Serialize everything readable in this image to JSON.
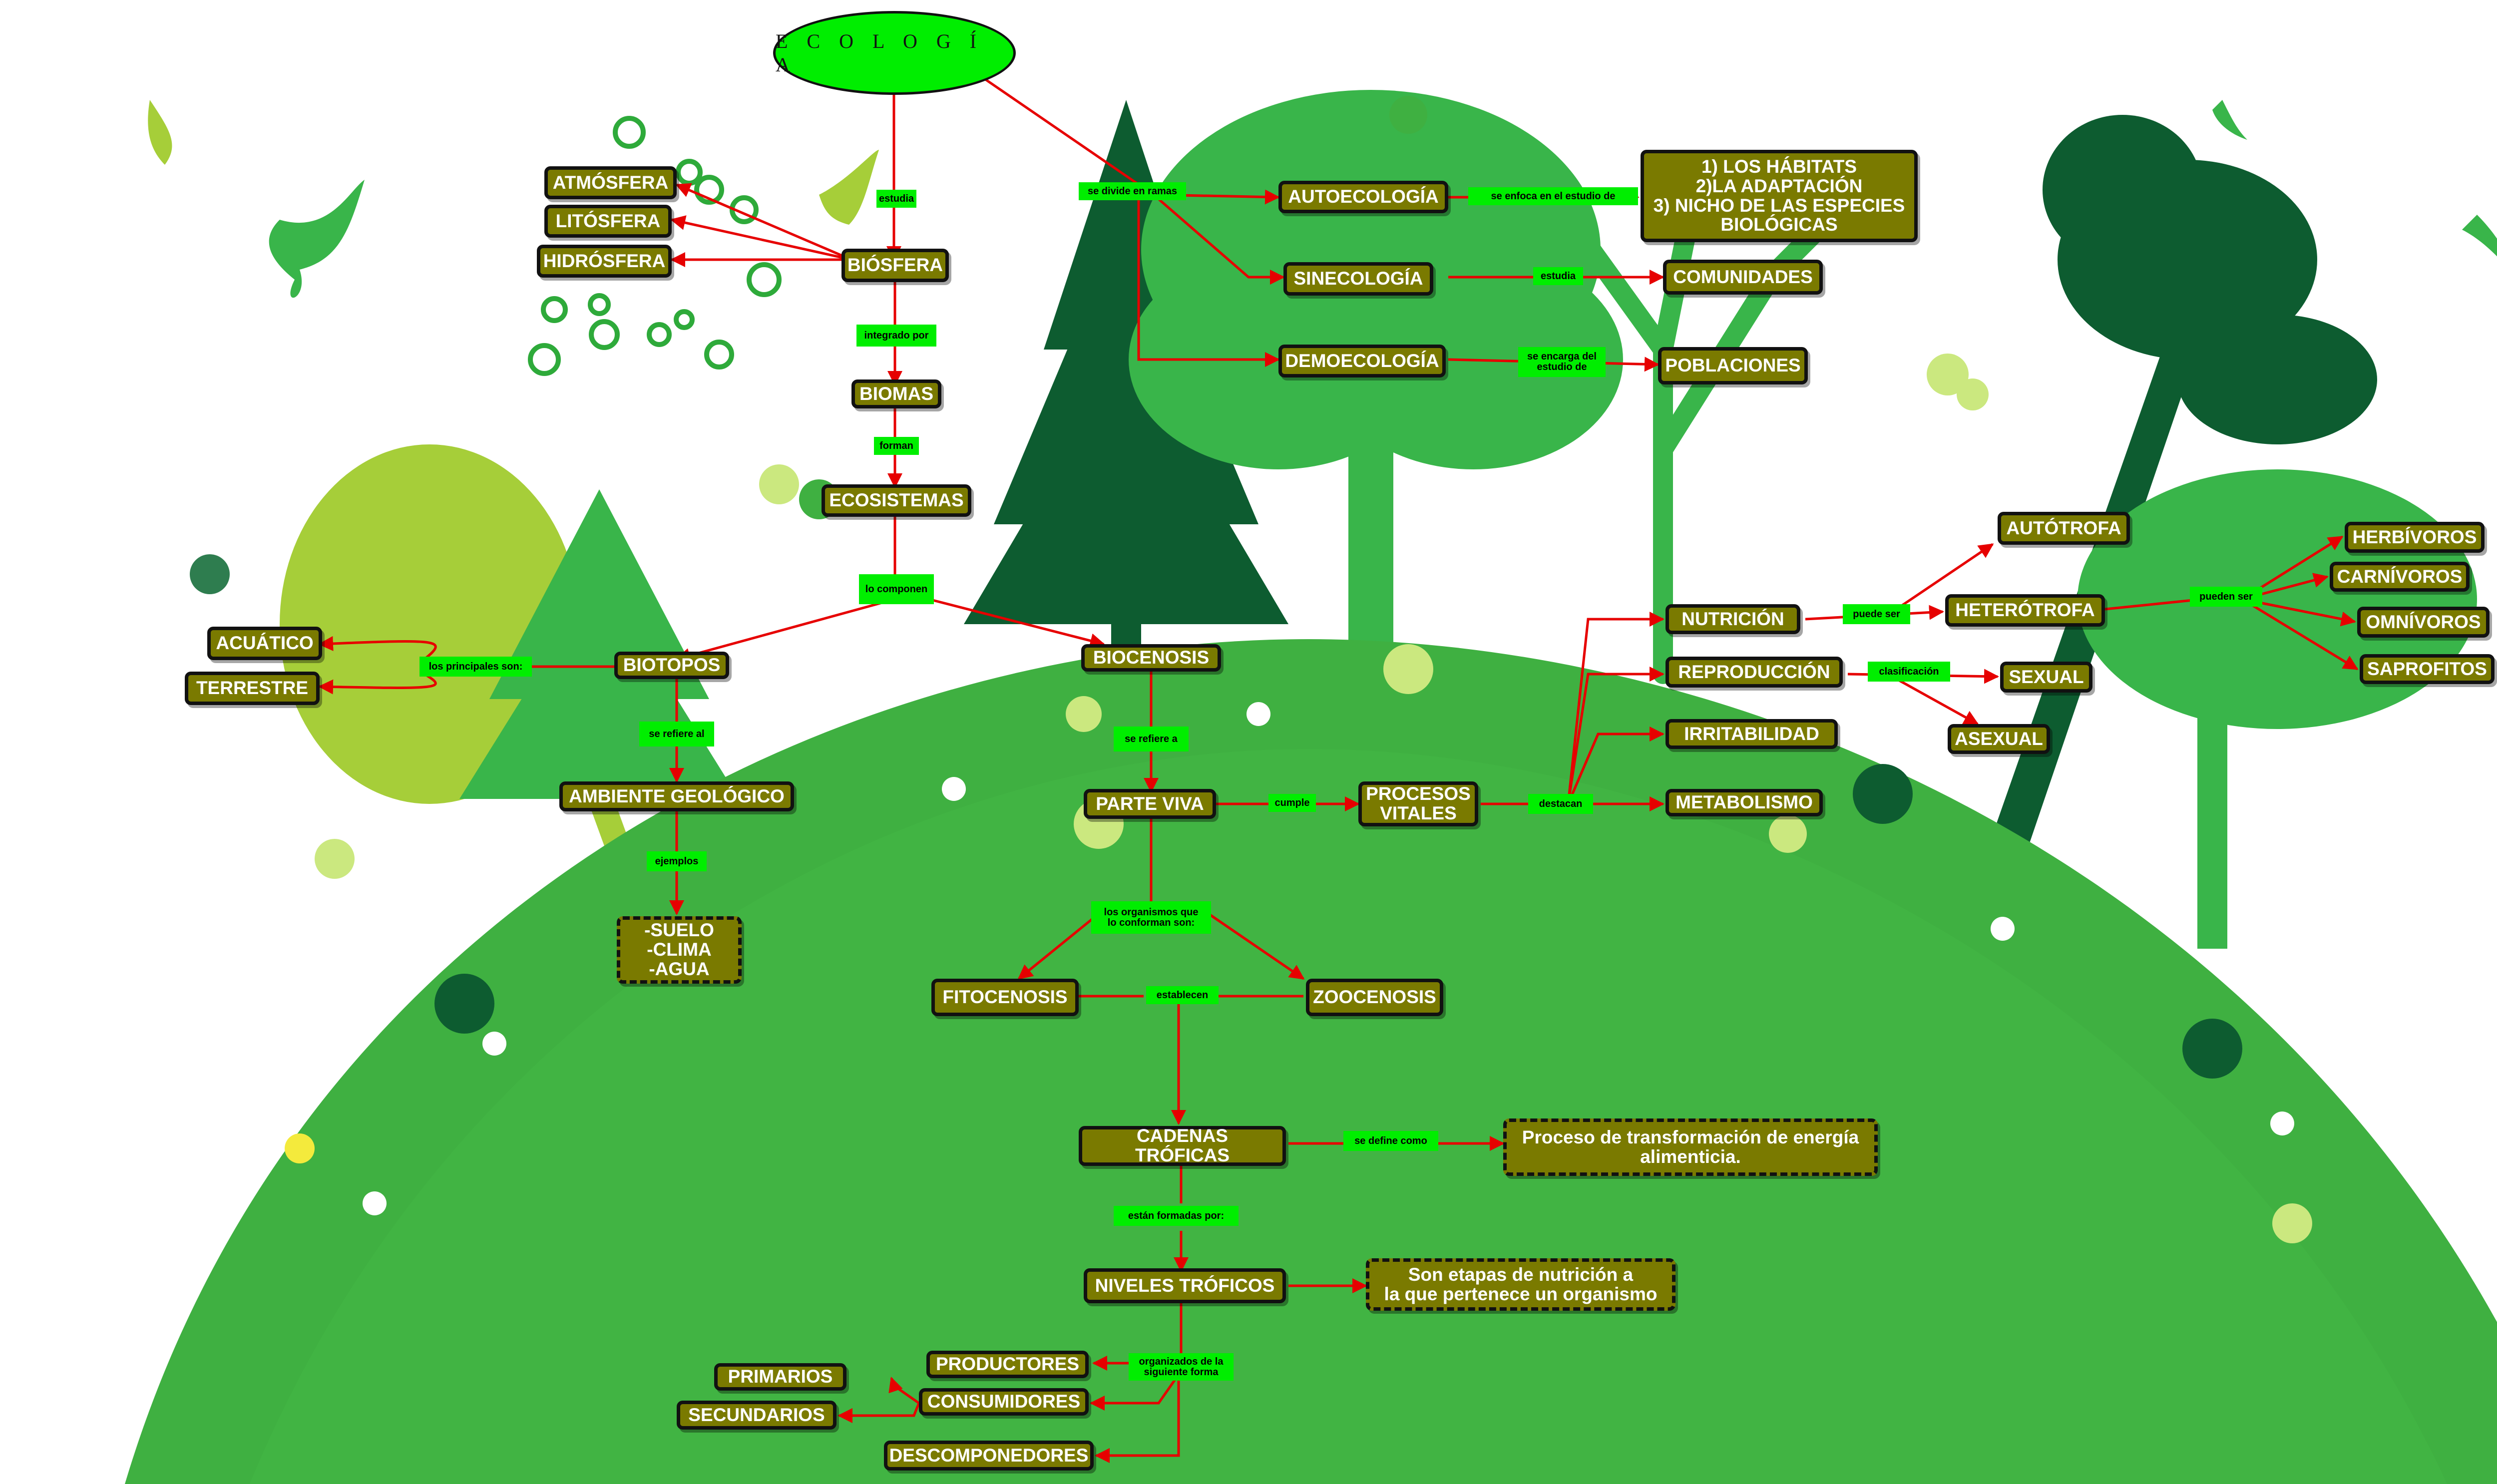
{
  "root": {
    "label": "E C O L O G Í A"
  },
  "colors": {
    "node_fill": "#7a7a00",
    "link_label": "#00ee00",
    "arrow": "#e60000",
    "hill": "#3fb041",
    "tree_dark": "#0d5c30",
    "tree_mid": "#39b54a",
    "tree_light": "#a6ce39"
  },
  "nodes": {
    "atmosfera": "ATMÓSFERA",
    "litosfera": "LITÓSFERA",
    "hidrosfera": "HIDRÓSFERA",
    "biosfera": "BIÓSFERA",
    "biomas": "BIOMAS",
    "ecosistemas": "ECOSISTEMAS",
    "autoecologia": "AUTOECOLOGÍA",
    "sinecologia": "SINECOLOGÍA",
    "demoecologia": "DEMOECOLOGÍA",
    "habitats": "1) LOS HÁBITATS\n2)LA ADAPTACIÓN\n3) NICHO DE LAS ESPECIES\nBIOLÓGICAS",
    "comunidades": "COMUNIDADES",
    "poblaciones": "POBLACIONES",
    "acuatico": "ACUÁTICO",
    "terrestre": "TERRESTRE",
    "biotopos": "BIOTOPOS",
    "biocenosis": "BIOCENOSIS",
    "ambiente_geologico": "AMBIENTE GEOLÓGICO",
    "suelo_clima_agua": "-SUELO\n-CLIMA\n-AGUA",
    "parte_viva": "PARTE VIVA",
    "procesos_vitales": "PROCESOS\nVITALES",
    "nutricion": "NUTRICIÓN",
    "reproduccion": "REPRODUCCIÓN",
    "irritabilidad": "IRRITABILIDAD",
    "metabolismo": "METABOLISMO",
    "autotrofa": "AUTÓTROFA",
    "heterotrofa": "HETERÓTROFA",
    "herbivoros": "HERBÍVOROS",
    "carnivoros": "CARNÍVOROS",
    "omnivoros": "OMNÍVOROS",
    "saprofitos": "SAPROFITOS",
    "sexual": "SEXUAL",
    "asexual": "ASEXUAL",
    "fitocenosis": "FITOCENOSIS",
    "zoocenosis": "ZOOCENOSIS",
    "cadenas_troficas": "CADENAS TRÓFICAS",
    "proceso_transformacion": "Proceso de transformación de energía\nalimenticia.",
    "niveles_troficos": "NIVELES TRÓFICOS",
    "etapas_nutricion": "Son etapas de nutrición a\nla que pertenece un organismo",
    "productores": "PRODUCTORES",
    "consumidores": "CONSUMIDORES",
    "descomponedores": "DESCOMPONEDORES",
    "primarios": "PRIMARIOS",
    "secundarios": "SECUNDARIOS"
  },
  "links": {
    "estudia_1": "estudia",
    "se_divide": "se divide en ramas",
    "se_enfoca": "se enfoca en el estudio de",
    "estudia_2": "estudia",
    "se_encarga": "se encarga del\nestudio de",
    "integrado": "integrado por",
    "forman": "forman",
    "lo_componen": "lo componen",
    "principales": "los principales son:",
    "se_refiere_al": "se refiere al",
    "ejemplos": "ejemplos",
    "se_refiere_a": "se refiere a",
    "cumple": "cumple",
    "destacan": "destacan",
    "puede_ser": "puede ser",
    "clasificacion": "clasificación",
    "pueden_ser": "pueden ser",
    "organismos": "los organismos que\nlo conforman son:",
    "establecen": "establecen",
    "se_define": "se define como",
    "estan_formadas": "están formadas por:",
    "organizados": "organizados de la\nsiguiente forma"
  }
}
